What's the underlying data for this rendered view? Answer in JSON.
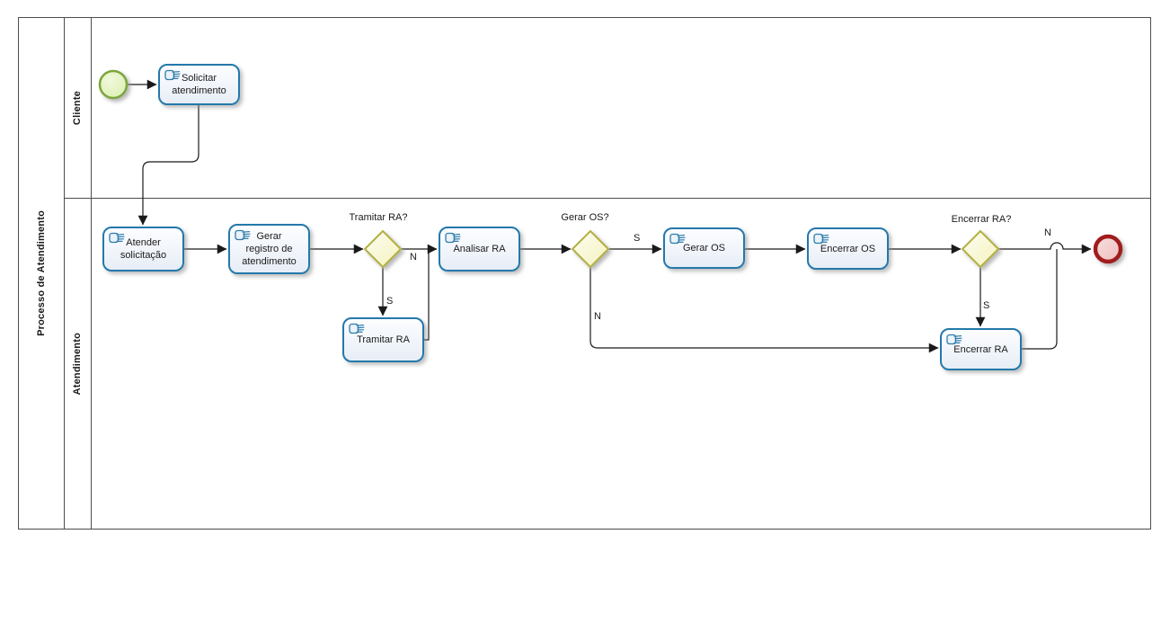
{
  "pool": {
    "name": "Processo de Atendimento",
    "lanes": [
      {
        "name": "Cliente"
      },
      {
        "name": "Atendimento"
      }
    ]
  },
  "tasks": {
    "solicitar_atendimento": "Solicitar atendimento",
    "atender_solicitacao": "Atender solicitação",
    "gerar_registro": "Gerar registro de atendimento",
    "tramitar_ra": "Tramitar RA",
    "analisar_ra": "Analisar RA",
    "gerar_os": "Gerar OS",
    "encerrar_os": "Encerrar OS",
    "encerrar_ra": "Encerrar RA"
  },
  "gateways": {
    "tramitar_ra": "Tramitar RA?",
    "gerar_os": "Gerar OS?",
    "encerrar_ra": "Encerrar RA?"
  },
  "flow_labels": {
    "tramitar_s": "S",
    "tramitar_n": "N",
    "gerar_os_s": "S",
    "gerar_os_n": "N",
    "encerrar_ra_s": "S",
    "encerrar_ra_n": "N"
  },
  "events": {
    "start": "start-event",
    "end": "end-event"
  },
  "icons": {
    "task_marker": "manual-task-hand-icon"
  },
  "colors": {
    "task_border": "#2478aa",
    "task_fill": "#eef3fa",
    "gateway_border": "#b3b042",
    "gateway_fill": "#f8f6cd",
    "start_event_border": "#7ba63c",
    "start_event_fill": "#e2f2bd",
    "end_event_border": "#a11b1b",
    "end_event_fill": "#f3cdcd",
    "connector": "#1a1a1a",
    "pool_border": "#4d4d4d"
  }
}
